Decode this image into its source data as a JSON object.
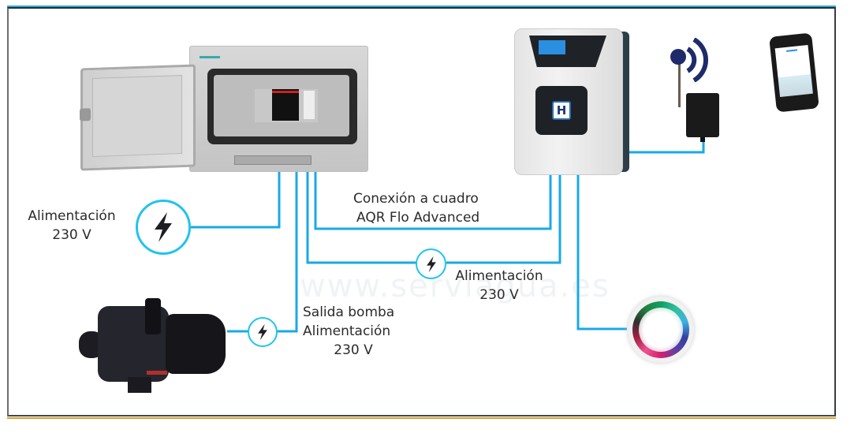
{
  "diagram": {
    "title": "AQR Flo Advanced connection diagram",
    "wire_color": "#1aa8e8",
    "icon_ring_color": "#20c4ea",
    "labels": {
      "main_power": [
        "Alimentación",
        "230 V"
      ],
      "panel_connection": [
        "Conexión a cuadro",
        "AQR Flo Advanced"
      ],
      "controller_power": [
        "Alimentación",
        "230 V"
      ],
      "pump_output": [
        "Salida bomba",
        "Alimentación",
        "230 V"
      ]
    },
    "watermark": "www.serviagua.es",
    "devices": [
      {
        "id": "electrical-panel",
        "name": "Cuadro eléctrico"
      },
      {
        "id": "controller",
        "name": "AQR Flo Advanced controller",
        "logo": "H"
      },
      {
        "id": "wifi-module",
        "name": "WiFi module"
      },
      {
        "id": "smartphone",
        "name": "Smartphone"
      },
      {
        "id": "pump",
        "name": "Pool pump"
      },
      {
        "id": "led-light",
        "name": "RGB LED pool light"
      }
    ]
  }
}
